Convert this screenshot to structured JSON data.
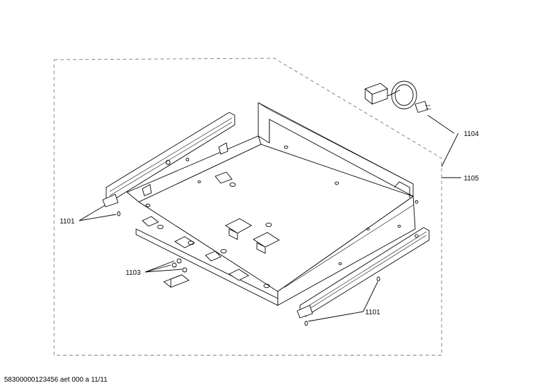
{
  "callouts": {
    "drawer_frame": "1105",
    "power_cable": "1104",
    "rail_left": "1101",
    "rail_right": "1101",
    "small_parts": "1103"
  },
  "footer_text": "58300000123456 aet 000 a 11/11"
}
